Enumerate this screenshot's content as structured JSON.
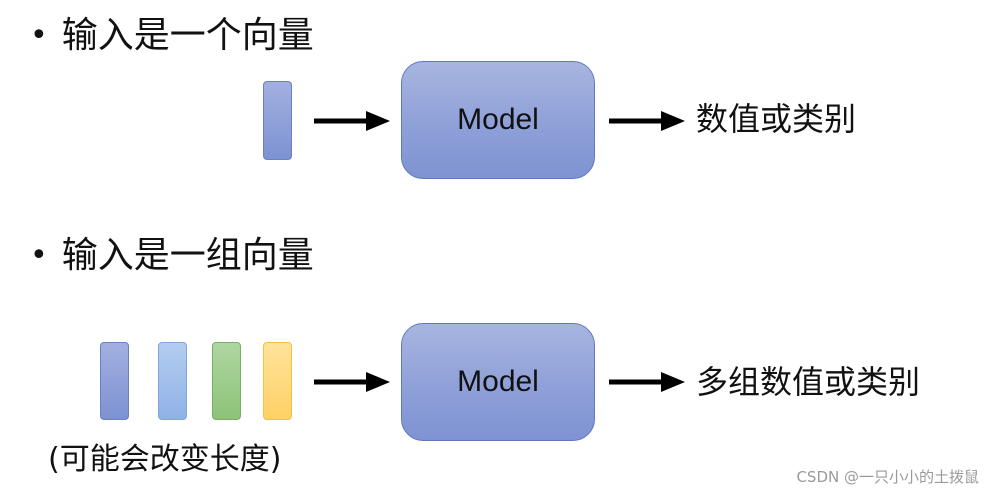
{
  "section1": {
    "bullet": "•",
    "title": "输入是一个向量",
    "model_label": "Model",
    "output": "数值或类别"
  },
  "section2": {
    "bullet": "•",
    "title": "输入是一组向量",
    "model_label": "Model",
    "output": "多组数值或类别",
    "note": "(可能会改变长度)"
  },
  "watermark": "CSDN @一只小小的土拨鼠",
  "colors": {
    "model_fill": "#8ea0d8",
    "model_border": "#5f79bf",
    "vector_blue_dark": "#7d92d2",
    "vector_blue_light": "#8fb2e6",
    "vector_green": "#8cc378",
    "vector_yellow": "#ffd166",
    "arrow": "#000000"
  }
}
